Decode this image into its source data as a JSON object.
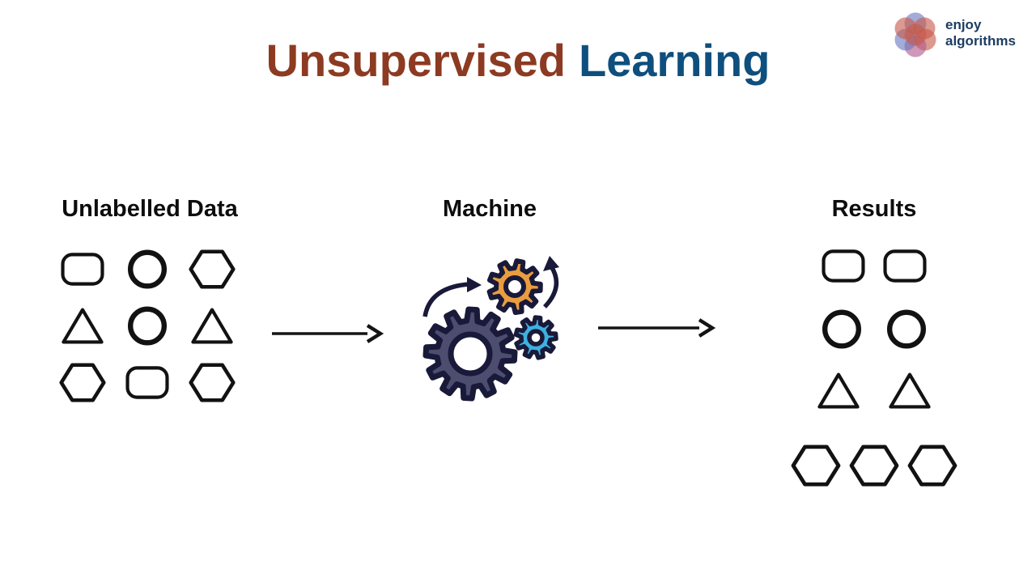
{
  "title": {
    "part1": "Unsupervised",
    "part2": "Learning"
  },
  "logo": {
    "line1": "enjoy",
    "line2": "algorithms"
  },
  "sections": {
    "unlabelled": {
      "heading": "Unlabelled Data",
      "grid": [
        "rounded-rect",
        "circle",
        "hexagon",
        "triangle",
        "circle",
        "triangle",
        "hexagon",
        "rounded-rect",
        "hexagon"
      ]
    },
    "machine": {
      "heading": "Machine",
      "icon": "gears-icon"
    },
    "results": {
      "heading": "Results",
      "rows": [
        {
          "shape": "rounded-rect",
          "count": 2
        },
        {
          "shape": "circle",
          "count": 2
        },
        {
          "shape": "triangle",
          "count": 2
        },
        {
          "shape": "hexagon",
          "count": 3
        }
      ]
    }
  },
  "colors": {
    "background": "#FFFFFF",
    "title_red": "#8D3A22",
    "title_blue": "#0E4F7E",
    "heading_text": "#0D0D0D",
    "shape_stroke": "#121212",
    "arrow": "#141414",
    "gear_outline": "#191939",
    "gear_large_fill": "#4D4D70",
    "gear_orange_fill": "#EA9D3E",
    "gear_blue_fill": "#3EB0E0",
    "logo_text": "#1C3D63",
    "logo_petal_red": "#C65B4A",
    "logo_petal_blue": "#6B79C1",
    "logo_petal_purple": "#B05A8E"
  }
}
